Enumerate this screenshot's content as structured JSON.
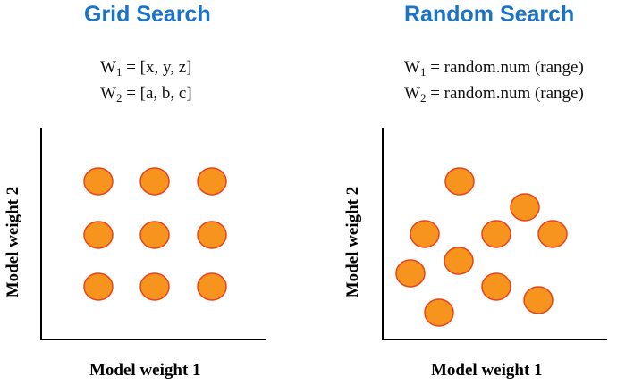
{
  "grid_search": {
    "title": "Grid Search",
    "w1_var": "W",
    "w1_sub": "1",
    "w1_value": " = [x, y, z]",
    "w2_var": "W",
    "w2_sub": "2",
    "w2_value": " = [a, b, c]",
    "xlabel": "Model weight 1",
    "ylabel": "Model weight 2"
  },
  "random_search": {
    "title": "Random Search",
    "w1_var": "W",
    "w1_sub": "1",
    "w1_value": " = random.num (range)",
    "w2_var": "W",
    "w2_sub": "2",
    "w2_value": " = random.num (range)",
    "xlabel": "Model weight 1",
    "ylabel": "Model weight 2"
  },
  "colors": {
    "title": "#1a73c8",
    "point_fill": "#f7941d",
    "point_stroke": "#e8431e"
  }
}
